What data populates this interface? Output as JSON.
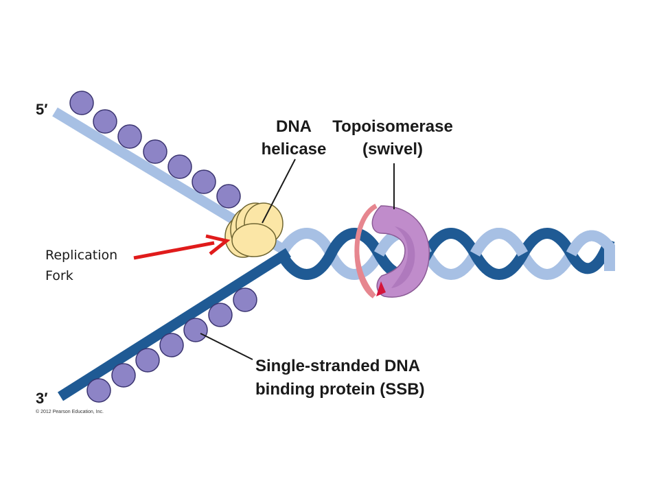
{
  "end_labels": {
    "five_prime": "5′",
    "three_prime": "3′"
  },
  "labels": {
    "helicase_line1": "DNA",
    "helicase_line2": "helicase",
    "topo_line1": "Topoisomerase",
    "topo_line2": "(swivel)",
    "fork_line1": "Replication",
    "fork_line2": "Fork",
    "ssb_line1": "Single-stranded DNA",
    "ssb_line2": "binding protein (SSB)"
  },
  "copyright": "© 2012 Pearson Education, Inc.",
  "colors": {
    "light_strand": "#a7c0e4",
    "dark_strand": "#1f5a94",
    "ssb_fill": "#8d84c6",
    "ssb_stroke": "#3a3470",
    "helicase_fill": "#fbe6a6",
    "topo_fill": "#c08ccb",
    "topo_ring": "#e6868f",
    "arrow_red": "#e01b1b"
  }
}
